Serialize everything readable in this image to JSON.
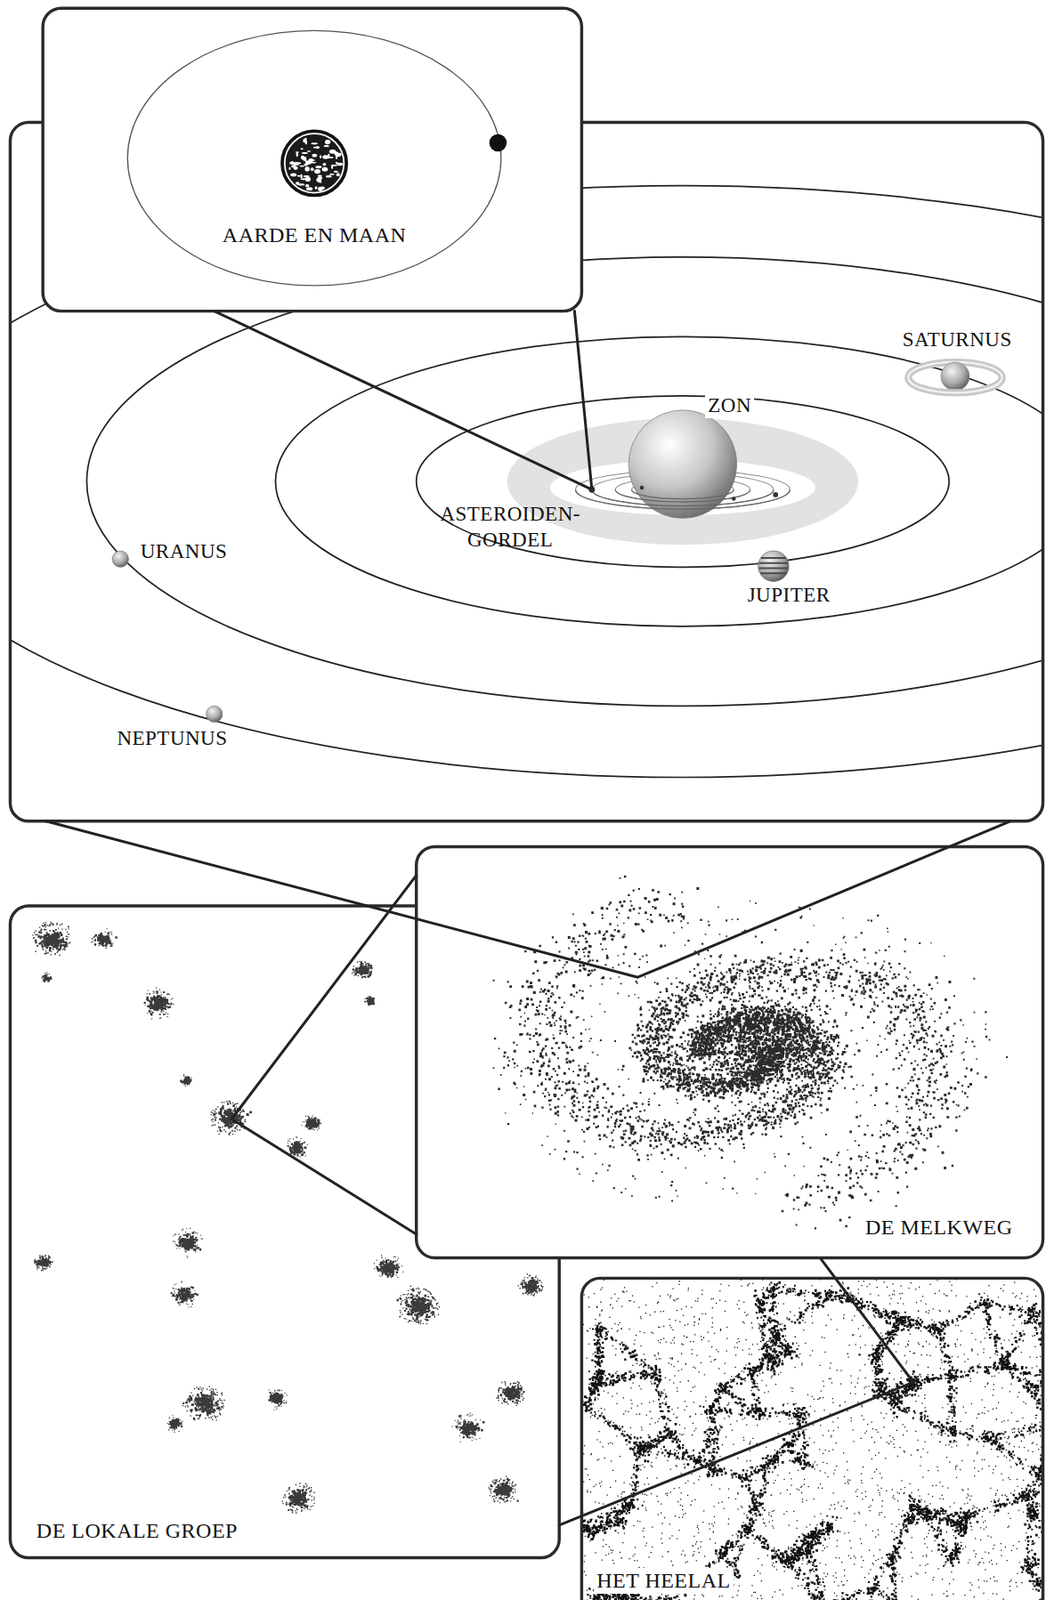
{
  "diagram": {
    "nodes": [
      {
        "text": [
          "AARDE EN MAAN"
        ]
      },
      {
        "text": [
          "SATURNUS",
          "ZON",
          "ASTEROIDEN- GORDEL",
          "URANUS",
          "JUPITER",
          "NEPTUNUS"
        ]
      },
      {
        "text": [
          "DE MELKWEG"
        ]
      },
      {
        "text": [
          "DE LOKALE GROEP"
        ]
      },
      {
        "text": [
          "HET HEELAL"
        ]
      }
    ],
    "edges": [
      {
        "from": 0,
        "to": 1,
        "arrow": "none"
      },
      {
        "from": 1,
        "to": 2,
        "arrow": "none"
      },
      {
        "from": 2,
        "to": 3,
        "arrow": "none"
      },
      {
        "from": 3,
        "to": 4,
        "arrow": "none"
      }
    ]
  }
}
